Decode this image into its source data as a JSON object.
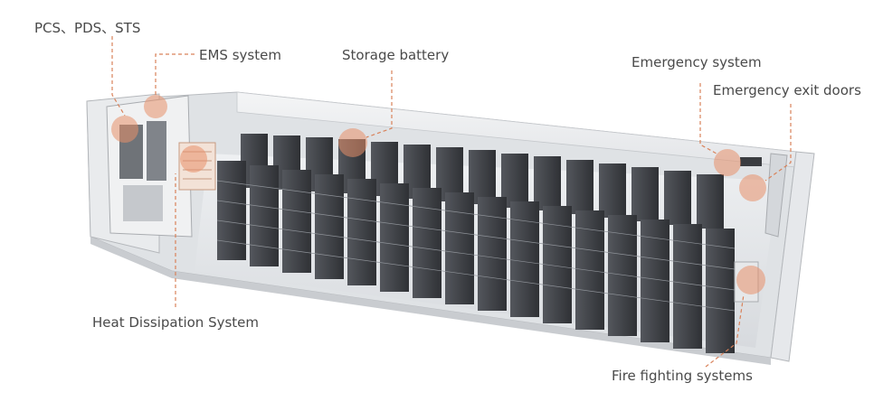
{
  "labels": {
    "pcs": "PCS、PDS、STS",
    "ems": "EMS system",
    "storage": "Storage battery",
    "emergency": "Emergency system",
    "exit_doors": "Emergency exit doors",
    "heat": "Heat Dissipation System",
    "fire": "Fire fighting systems"
  },
  "colors": {
    "accent": "#e8906a",
    "leader": "#d9825a",
    "text": "#4a4a4a",
    "rack": "#3c3e43",
    "container_shell": "#e4e6e9"
  }
}
